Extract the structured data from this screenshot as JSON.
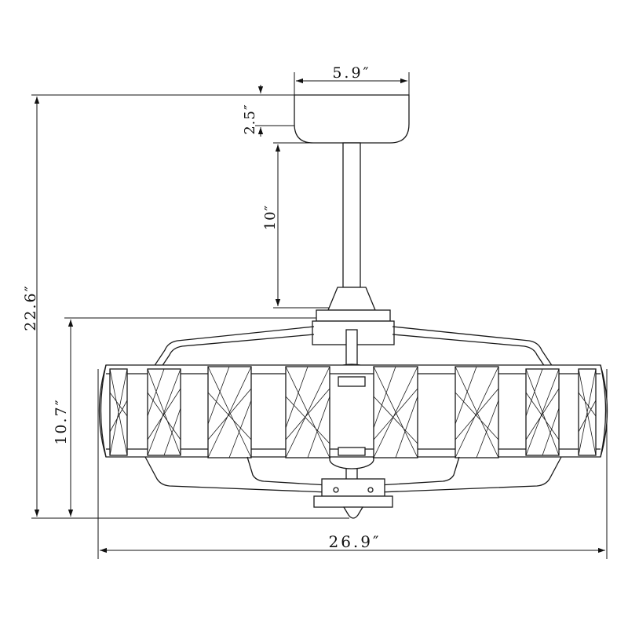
{
  "dimensions": {
    "canopy_width": "5.9″",
    "canopy_height": "2.5″",
    "downrod_length": "10″",
    "overall_height": "22.6″",
    "body_height": "10.7″",
    "overall_width": "26.9″"
  }
}
